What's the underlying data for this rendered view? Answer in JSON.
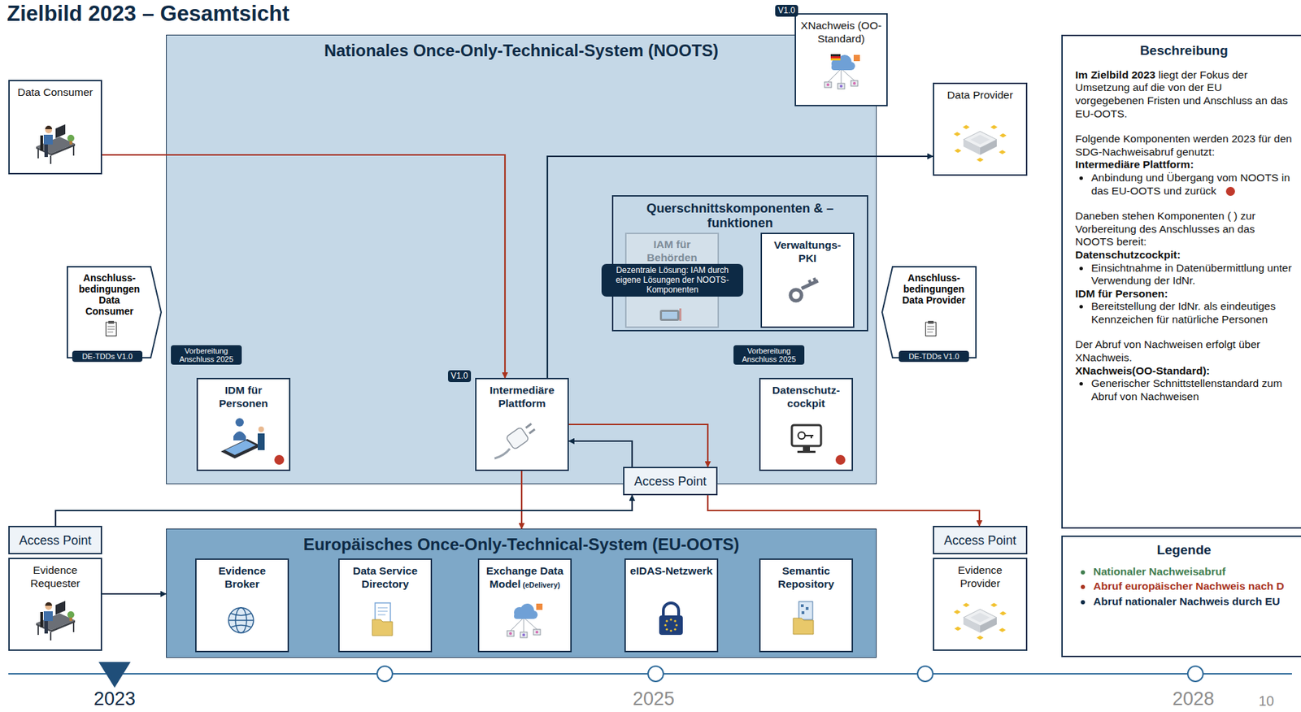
{
  "diagram": {
    "title": "Zielbild 2023 – Gesamtsicht",
    "nodes": [
      {
        "text": [
          "Data Consumer"
        ]
      },
      {
        "text": [
          "Nationales Once-Only-Technical-System (NOOTS)"
        ]
      },
      {
        "text": [
          "XNachweis (OO-Standard)"
        ]
      },
      {
        "text": [
          "Data Provider"
        ]
      },
      {
        "text": [
          "Querschnittskomponenten & –funktionen"
        ],
        "in": 1
      },
      {
        "text": [
          "IAM für Behörden"
        ],
        "in": 4
      },
      {
        "text": [
          "Verwaltungs-PKI"
        ],
        "in": 4
      },
      {
        "text": [
          "Anschluss-bedingungen Data Consumer"
        ]
      },
      {
        "text": [
          "IDM für Personen"
        ],
        "in": 1
      },
      {
        "text": [
          "Intermediäre Plattform"
        ],
        "in": 1
      },
      {
        "text": [
          "Datenschutz-cockpit"
        ],
        "in": 1
      },
      {
        "text": [
          "Access Point"
        ]
      },
      {
        "text": [
          "Anschluss-bedingungen Data Provider"
        ]
      },
      {
        "text": [
          "Access Point"
        ]
      },
      {
        "text": [
          "Evidence Requester"
        ]
      },
      {
        "text": [
          "Europäisches Once-Only-Technical-System (EU-OOTS)"
        ]
      },
      {
        "text": [
          "Evidence Broker"
        ],
        "in": 15
      },
      {
        "text": [
          "Data Service Directory"
        ],
        "in": 15
      },
      {
        "text": [
          "Exchange Data Model",
          "(eDelivery)"
        ],
        "in": 15
      },
      {
        "text": [
          "eIDAS-Netzwerk"
        ],
        "in": 15
      },
      {
        "text": [
          "Semantic Repository"
        ],
        "in": 15
      },
      {
        "text": [
          "Access Point"
        ]
      },
      {
        "text": [
          "Evidence Provider"
        ]
      },
      {
        "text": [
          "Beschreibung",
          "Im Zielbild 2023",
          "liegt der Fokus der Umsetzung auf die von der EU vorgegebenen Fristen und Anschluss an das EU-OOTS.",
          "Folgende Komponenten werden 2023 für den SDG-Nachweisabruf genutzt:",
          "Intermediäre Plattform:",
          "Anbindung und Übergang vom NOOTS in das EU-OOTS und zurück",
          "Daneben stehen Komponenten ( ) zur Vorbereitung des Anschlusses an das NOOTS bereit:",
          "Datenschutzcockpit:",
          "Einsichtnahme in Datenübermittlung unter Verwendung der IdNr.",
          "IDM für Personen:",
          "Bereitstellung der IdNr. als eindeutiges Kennzeichen für natürliche Personen",
          "Der Abruf von Nachweisen erfolgt über XNachweis.",
          "XNachweis(OO-Standard):",
          "Generischer Schnittstellenstandard zum Abruf von Nachweisen"
        ]
      },
      {
        "text": [
          "Legende"
        ]
      }
    ],
    "edges": [
      {
        "from": 0,
        "to": 9,
        "arrow": "to"
      },
      {
        "from": 9,
        "to": 3,
        "arrow": "to"
      },
      {
        "from": 9,
        "to": 11,
        "arrow": "to"
      },
      {
        "from": 11,
        "to": 9,
        "arrow": "to"
      },
      {
        "from": 9,
        "to": 15,
        "arrow": "to"
      },
      {
        "from": 11,
        "to": 21,
        "arrow": "to"
      },
      {
        "from": 13,
        "to": 11,
        "arrow": "to"
      },
      {
        "from": 14,
        "to": 15,
        "arrow": "to"
      }
    ],
    "labels": [
      "V1.0",
      "V1.0",
      "Vorbereitung Anschluss 2025",
      "Vorbereitung Anschluss 2025",
      "Dezentrale Lösung: IAM durch eigene Lösungen der NOOTS-Komponenten",
      "DE-TDDs V1.0",
      "DE-TDDs V1.0",
      "2023",
      "2025",
      "2028",
      "10"
    ],
    "legend": [
      {
        "text": "Nationaler Nachweisabruf",
        "color": "#3f7d4e"
      },
      {
        "text": "Abruf europäischer Nachweis nach D",
        "color": "#a8321d"
      },
      {
        "text": "Abruf nationaler Nachweis durch EU",
        "color": "#0d2a45"
      }
    ]
  }
}
